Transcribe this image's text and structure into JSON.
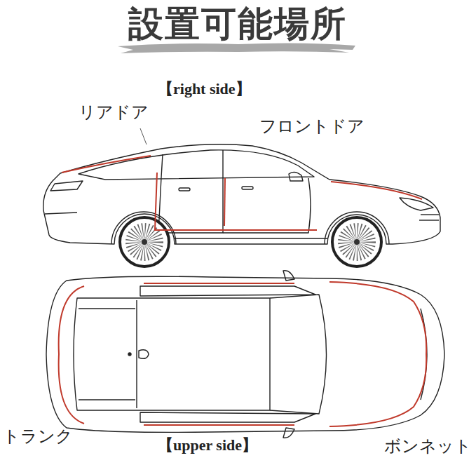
{
  "diagram": {
    "title": "設置可能場所",
    "labels": [
      "【right side】",
      "リアドア",
      "フロントドア",
      "トランク",
      "【upper side】",
      "ボンネット"
    ]
  }
}
